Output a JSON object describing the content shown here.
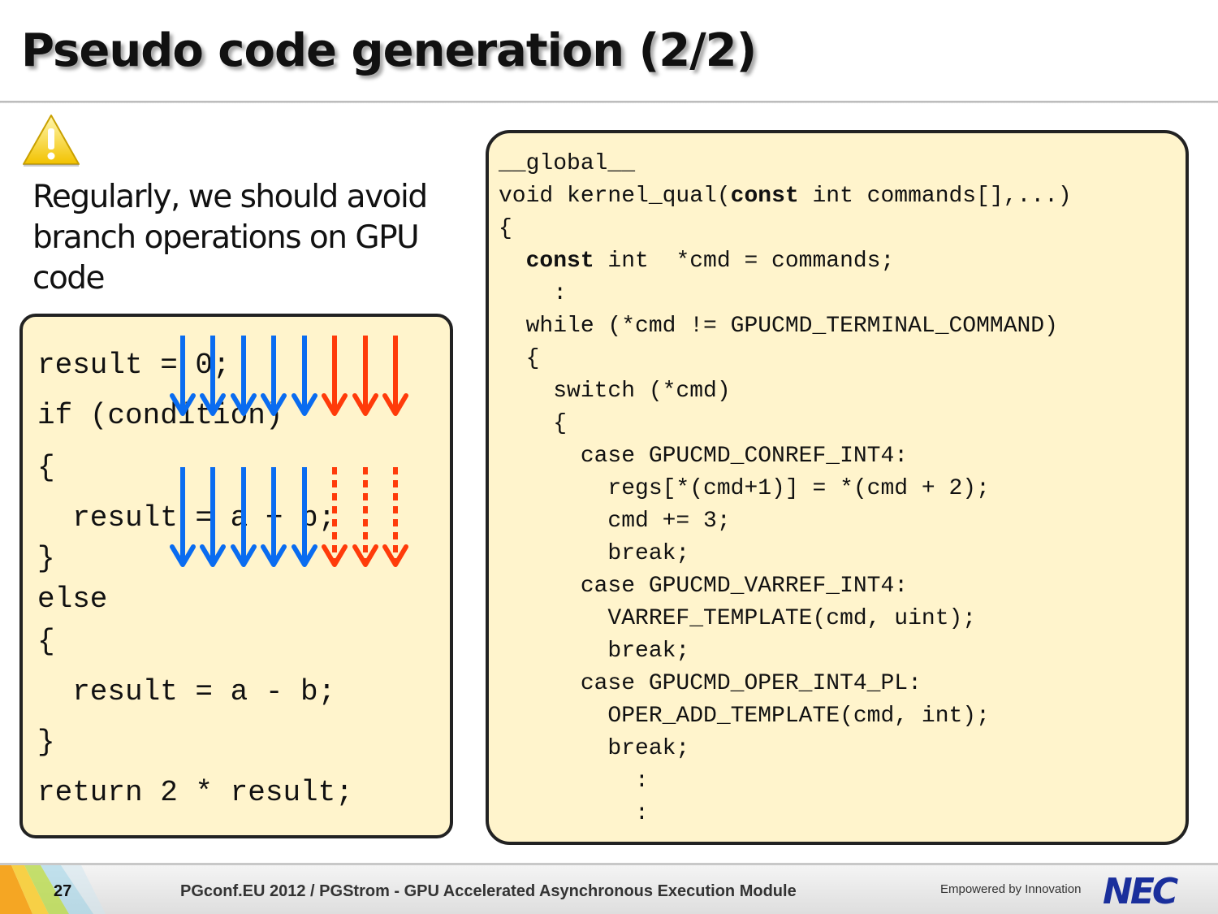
{
  "slide": {
    "title": "Pseudo code generation (2/2)",
    "lead_text": "Regularly, we should avoid branch operations on GPU code",
    "page_number": "27",
    "footer_text": "PGconf.EU 2012 / PGStrom - GPU Accelerated Asynchronous Execution Module",
    "tagline": "Empowered by Innovation",
    "logo_text": "NEC"
  },
  "left_code": [
    "result = 0;",
    "if (condition)",
    "{",
    "  result = a + b;",
    "}",
    "else",
    "{",
    "  result = a - b;",
    "}",
    "return 2 * result;"
  ],
  "right_code": [
    [
      {
        "t": "__global__"
      }
    ],
    [
      {
        "t": "void kernel_qual("
      },
      {
        "t": "const",
        "b": true
      },
      {
        "t": " int commands[],...)"
      }
    ],
    [
      {
        "t": "{"
      }
    ],
    [
      {
        "t": "  "
      },
      {
        "t": "const",
        "b": true
      },
      {
        "t": " int  *cmd = commands;"
      }
    ],
    [
      {
        "t": "    :"
      }
    ],
    [
      {
        "t": "  while (*cmd != GPUCMD_TERMINAL_COMMAND)"
      }
    ],
    [
      {
        "t": "  {"
      }
    ],
    [
      {
        "t": "    switch (*cmd)"
      }
    ],
    [
      {
        "t": "    {"
      }
    ],
    [
      {
        "t": "      case GPUCMD_CONREF_INT4:"
      }
    ],
    [
      {
        "t": "        regs[*(cmd+1)] = *(cmd + 2);"
      }
    ],
    [
      {
        "t": "        cmd += 3;"
      }
    ],
    [
      {
        "t": "        break;"
      }
    ],
    [
      {
        "t": "      case GPUCMD_VARREF_INT4:"
      }
    ],
    [
      {
        "t": "        VARREF_TEMPLATE(cmd, uint);"
      }
    ],
    [
      {
        "t": "        break;"
      }
    ],
    [
      {
        "t": "      case GPUCMD_OPER_INT4_PL:"
      }
    ],
    [
      {
        "t": "        OPER_ADD_TEMPLATE(cmd, int);"
      }
    ],
    [
      {
        "t": "        break;"
      }
    ],
    [
      {
        "t": "          :"
      }
    ],
    [
      {
        "t": "          :"
      }
    ]
  ],
  "colors": {
    "code_bg": "#fff4cc",
    "arrow_active": "#0a6cf0",
    "arrow_inactive": "#ff3b0a",
    "logo": "#1a2f9c"
  },
  "icons": {
    "warning": "warning-triangle-icon",
    "taken_path": "solid-down-arrow",
    "idle_path": "dotted-down-arrow"
  }
}
